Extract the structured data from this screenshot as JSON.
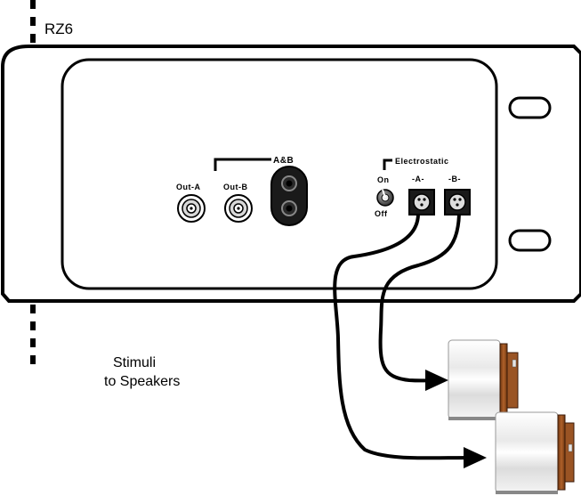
{
  "device": {
    "name": "RZ6"
  },
  "panel": {
    "bnc_outputs": [
      {
        "label": "Out-A"
      },
      {
        "label": "Out-B"
      }
    ],
    "headphone_group_label": "A&B",
    "electrostatic": {
      "group_label": "Electrostatic",
      "switch_on_label": "On",
      "switch_off_label": "Off",
      "channels": [
        {
          "label": "-A-"
        },
        {
          "label": "-B-"
        }
      ]
    }
  },
  "caption": {
    "line1": "Stimuli",
    "line2": "to Speakers"
  },
  "colors": {
    "outline": "#000000",
    "background": "#ffffff",
    "speaker_body": "#e6e6e6",
    "speaker_magnet": "#8b4a1c"
  },
  "icons": {
    "bnc_connector": "bnc-connector-icon",
    "headphone_jack": "headphone-jack-icon",
    "toggle_switch": "toggle-switch-icon",
    "electrostatic_connector": "electrostatic-connector-icon",
    "speaker": "speaker-icon",
    "arrow": "arrow-icon"
  }
}
